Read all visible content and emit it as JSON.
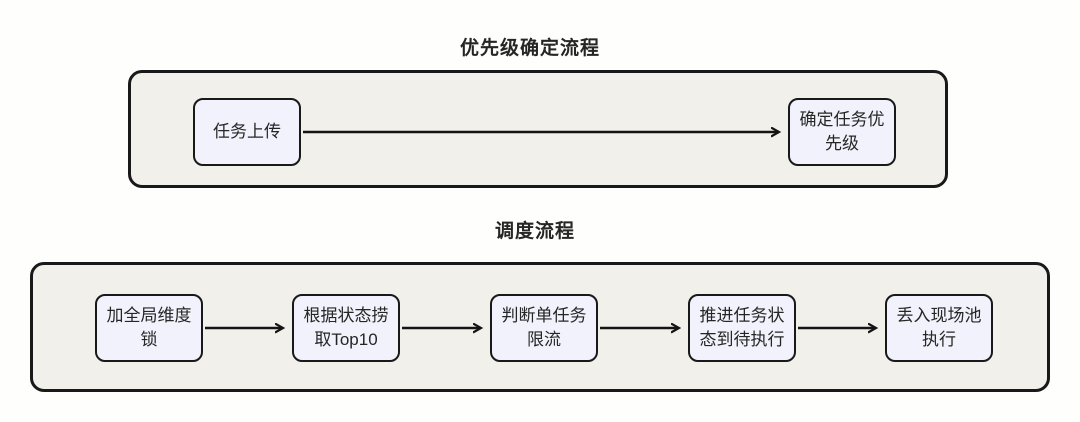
{
  "colors": {
    "page_bg": "#fefefd",
    "container_fill": "#f1f0eb",
    "node_fill": "#f1f2fb",
    "border": "#191919",
    "arrow": "#141414",
    "text": "#262626"
  },
  "flows": [
    {
      "title": "优先级确定流程",
      "nodes": [
        {
          "label": "任务上传"
        },
        {
          "label": "确定任务优先级"
        }
      ]
    },
    {
      "title": "调度流程",
      "nodes": [
        {
          "label": "加全局维度锁"
        },
        {
          "label": "根据状态捞取Top10"
        },
        {
          "label": "判断单任务限流"
        },
        {
          "label": "推进任务状态到待执行"
        },
        {
          "label": "丢入现场池执行"
        }
      ]
    }
  ]
}
